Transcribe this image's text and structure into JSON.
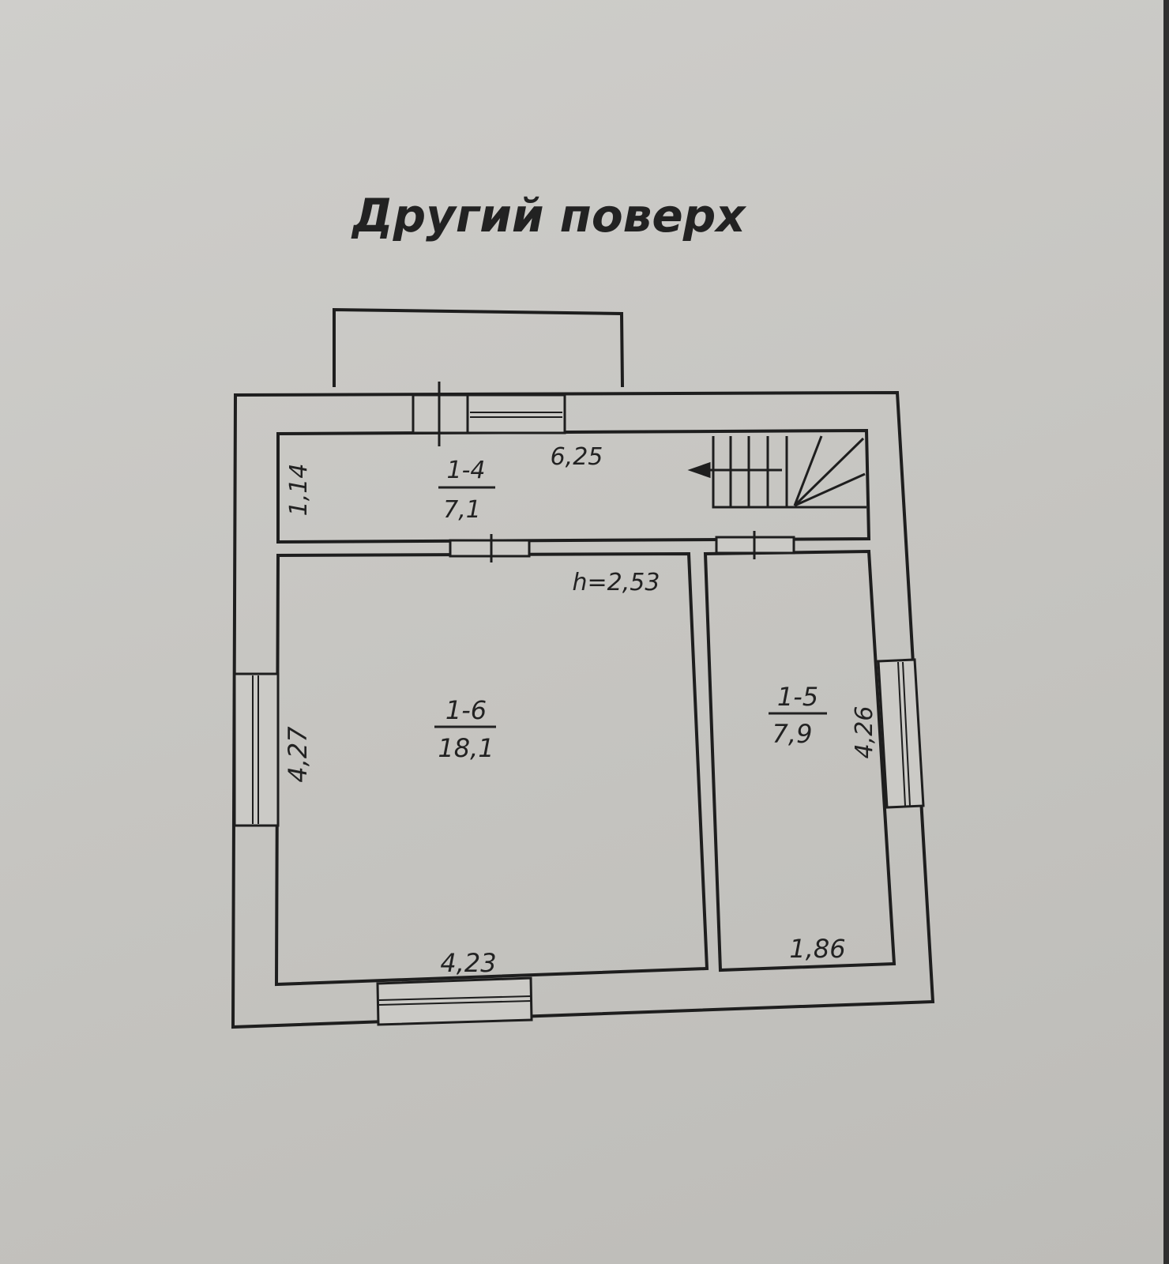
{
  "title": "Другий поверх",
  "rooms": [
    {
      "id": "1-4",
      "area": "7,1"
    },
    {
      "id": "1-6",
      "area": "18,1"
    },
    {
      "id": "1-5",
      "area": "7,9"
    }
  ],
  "dimensions": {
    "hall_length": "6,25",
    "hall_width": "1,14",
    "height": "h=2,53",
    "room16_height": "4,27",
    "room16_width": "4,23",
    "room15_height": "4,26",
    "room15_width": "1,86"
  }
}
